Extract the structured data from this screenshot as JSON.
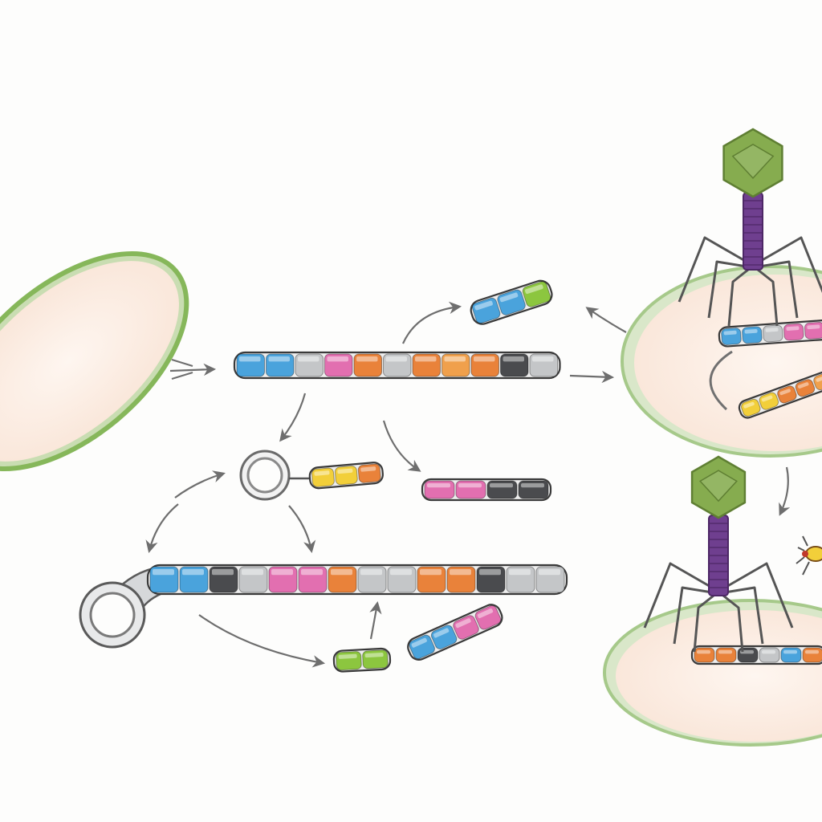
{
  "palette": {
    "background": "#fdfdfc",
    "cell_wall": "#86b75a",
    "cell_wall_light": "#c9ddb2",
    "cytoplasm": "#fbe9df",
    "cytoplasm_light": "#fdf3ec",
    "segment_outline": "#3a3a3a",
    "arrow": "#6e6e6e",
    "phage_head": "#86ac4f",
    "phage_head_dark": "#5f7f33",
    "phage_tail": "#6f3f8f",
    "phage_tail_dark": "#4d2766",
    "phage_legs": "#555555"
  },
  "segment_colors": {
    "blue": "#4aa3dc",
    "pink": "#e26fb0",
    "orange": "#e9823a",
    "light_orange": "#f0a04c",
    "gray": "#c4c6c8",
    "dark_gray": "#4a4b4e",
    "green": "#8cc63f",
    "yellow": "#f2cf3a"
  },
  "elements": {
    "bacterium_left": {
      "label": ""
    },
    "dna_strand_main": {
      "segments": [
        "blue",
        "blue",
        "gray",
        "pink",
        "orange",
        "gray",
        "orange",
        "light_orange",
        "orange",
        "dark_gray",
        "gray"
      ]
    },
    "fragment_top": {
      "segments": [
        "blue",
        "blue",
        "green"
      ]
    },
    "plasmid_small": {
      "label": ""
    },
    "fragment_yellow": {
      "segments": [
        "yellow",
        "yellow",
        "orange"
      ]
    },
    "fragment_pink": {
      "segments": [
        "pink",
        "pink",
        "dark_gray",
        "dark_gray"
      ]
    },
    "dna_strand_loop": {
      "segments": [
        "blue",
        "blue",
        "dark_gray",
        "gray",
        "pink",
        "pink",
        "orange",
        "gray",
        "gray",
        "orange",
        "orange",
        "dark_gray",
        "gray",
        "gray"
      ]
    },
    "fragment_green": {
      "segments": [
        "green",
        "green"
      ]
    },
    "fragment_blue_pink": {
      "segments": [
        "blue",
        "blue",
        "pink",
        "pink"
      ]
    },
    "phage_top": {
      "label": ""
    },
    "phage_bottom": {
      "label": ""
    }
  }
}
